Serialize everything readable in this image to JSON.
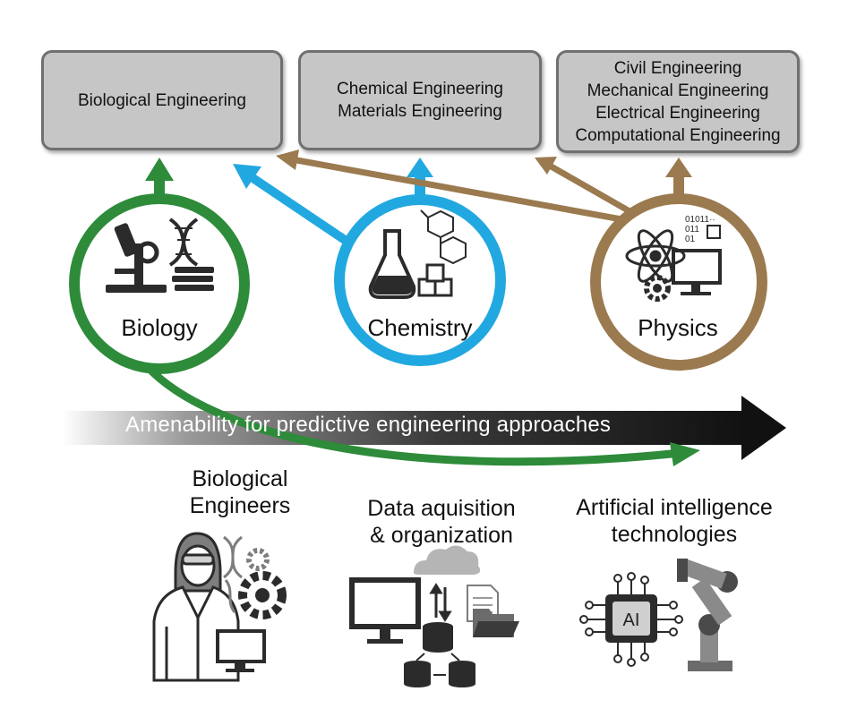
{
  "top_boxes": {
    "biological": [
      "Biological Engineering"
    ],
    "chemical": [
      "Chemical Engineering",
      "Materials Engineering"
    ],
    "physics": [
      "Civil Engineering",
      "Mechanical Engineering",
      "Electrical Engineering",
      "Computational Engineering"
    ]
  },
  "circles": {
    "biology": {
      "label": "Biology",
      "color": "#2e8b3a"
    },
    "chemistry": {
      "label": "Chemistry",
      "color": "#22a8e0"
    },
    "physics": {
      "label": "Physics",
      "color": "#9a7a4e"
    }
  },
  "band": {
    "label": "Amenability for predictive engineering approaches",
    "color": "#111111"
  },
  "bottom": {
    "engineers": [
      "Biological",
      "Engineers"
    ],
    "data": [
      "Data aquisition",
      "& organization"
    ],
    "ai": [
      "Artificial intelligence",
      "technologies"
    ],
    "ai_chip_text": "AI"
  },
  "icons": [
    "microscope-icon",
    "dna-icon",
    "flask-icon",
    "molecule-icon",
    "cubes-icon",
    "atom-icon",
    "binary-icon",
    "computer-icon",
    "gear-icon",
    "scientist-icon",
    "cloud-icon",
    "database-icon",
    "document-icon",
    "folder-icon",
    "ai-chip-icon",
    "robot-arm-icon"
  ]
}
